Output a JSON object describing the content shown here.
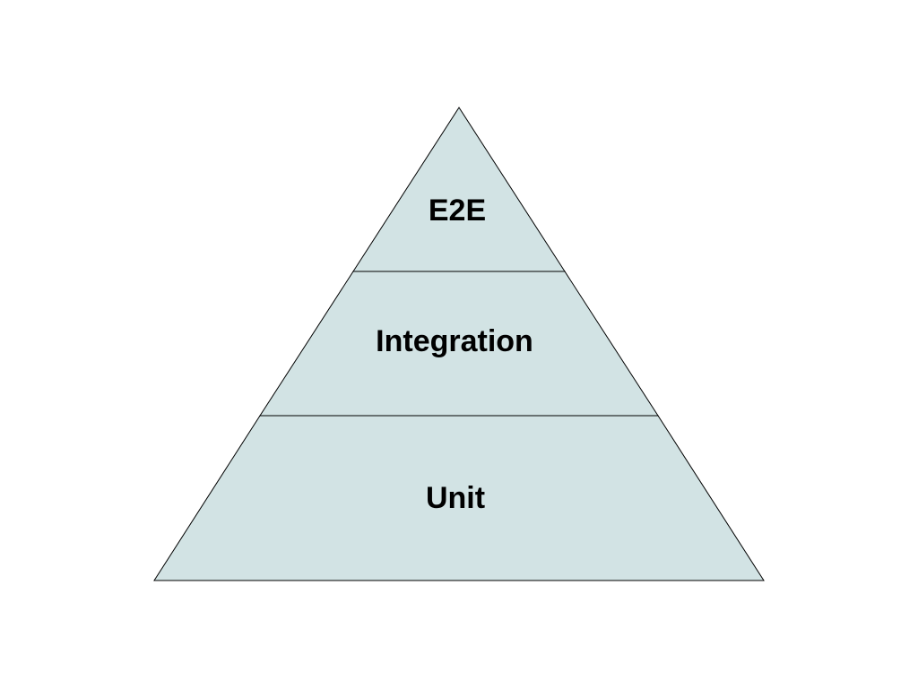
{
  "diagram": {
    "type": "pyramid",
    "fill_color": "#d2e3e4",
    "stroke_color": "#000000",
    "layers": [
      {
        "label": "E2E"
      },
      {
        "label": "Integration"
      },
      {
        "label": "Unit"
      }
    ]
  }
}
